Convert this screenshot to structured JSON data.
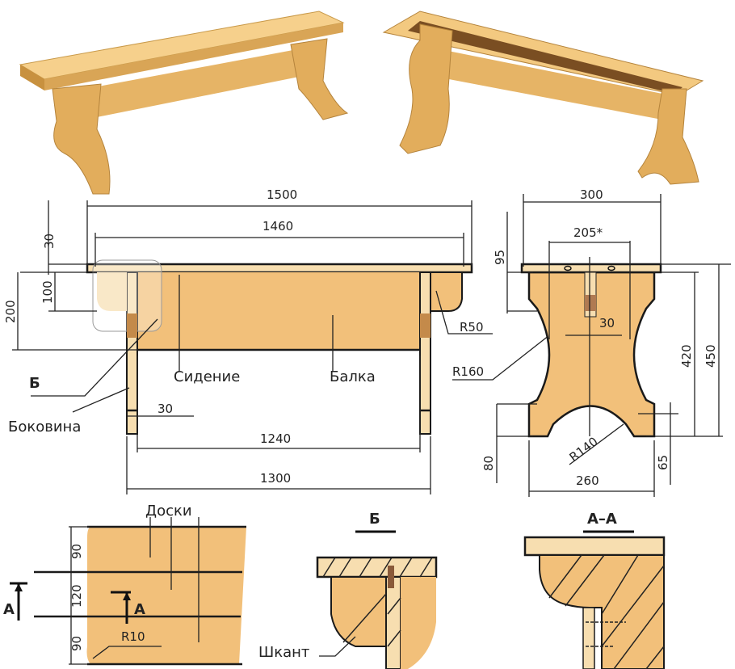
{
  "colors": {
    "wood": "#f2c07a",
    "wood_light": "#f7deb0",
    "wood_render": "#e8b964",
    "line": "#1a1a1a"
  },
  "front_view": {
    "dim_overall_length": "1500",
    "dim_seat_length": "1460",
    "dim_seat_thickness": "30",
    "dim_apron_offset": "100",
    "dim_apron_height": "200",
    "dim_leg_thickness": "30",
    "dim_leg_inner": "1240",
    "dim_leg_outer": "1300",
    "radius_small": "R50",
    "radius_side": "R160",
    "label_seat": "Сидение",
    "label_beam": "Балка",
    "label_side": "Боковина",
    "label_detail_b": "Б"
  },
  "side_view": {
    "dim_width": "300",
    "dim_dowel_spacing": "205*",
    "dim_top": "95",
    "dim_slot": "30",
    "dim_leg_height": "420",
    "dim_total_height": "450",
    "dim_foot_height": "80",
    "dim_arch_height": "65",
    "dim_base_width": "260",
    "radius_arch": "R140"
  },
  "boards_view": {
    "label_boards": "Доски",
    "dim_board_1": "90",
    "dim_board_2": "120",
    "dim_board_3": "90",
    "section_marker": "А",
    "radius_corner": "R10"
  },
  "detail_b": {
    "title": "Б",
    "label_dowel": "Шкант"
  },
  "section_aa": {
    "title": "А–А"
  }
}
